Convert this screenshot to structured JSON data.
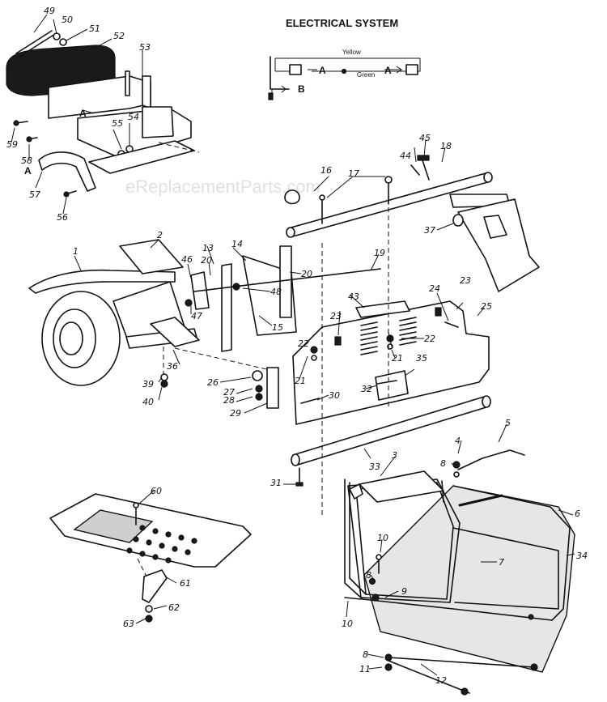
{
  "title": "ELECTRICAL SYSTEM",
  "watermark": "eReplacementParts.com",
  "wires": {
    "yellow": "Yellow",
    "green": "Green"
  },
  "connectors": {
    "a": "A",
    "b": "B"
  },
  "callouts": {
    "c1": "1",
    "c2": "2",
    "c3": "3",
    "c4": "4",
    "c5": "5",
    "c6": "6",
    "c7": "7",
    "c8a": "8",
    "c8b": "8",
    "c8c": "8",
    "c9": "9",
    "c10a": "10",
    "c10b": "10",
    "c11": "11",
    "c12": "12",
    "c13": "13",
    "c14": "14",
    "c15": "15",
    "c16": "16",
    "c17": "17",
    "c18": "18",
    "c19": "19",
    "c20a": "20",
    "c20b": "20",
    "c21a": "21",
    "c21b": "21",
    "c22a": "22",
    "c22b": "22",
    "c23a": "23",
    "c23b": "23",
    "c24": "24",
    "c25": "25",
    "c26": "26",
    "c27": "27",
    "c28": "28",
    "c29": "29",
    "c30": "30",
    "c31": "31",
    "c32": "32",
    "c33": "33",
    "c34": "34",
    "c35": "35",
    "c36": "36",
    "c37": "37",
    "c39": "39",
    "c40": "40",
    "c43": "43",
    "c44": "44",
    "c45": "45",
    "c46": "46",
    "c47": "47",
    "c48": "48",
    "c49": "49",
    "c50": "50",
    "c51": "51",
    "c52": "52",
    "c53": "53",
    "c54": "54",
    "c55": "55",
    "c56": "56",
    "c57": "57",
    "c58": "58",
    "c59": "59",
    "c60": "60",
    "c61": "61",
    "c62": "62",
    "c63": "63"
  }
}
